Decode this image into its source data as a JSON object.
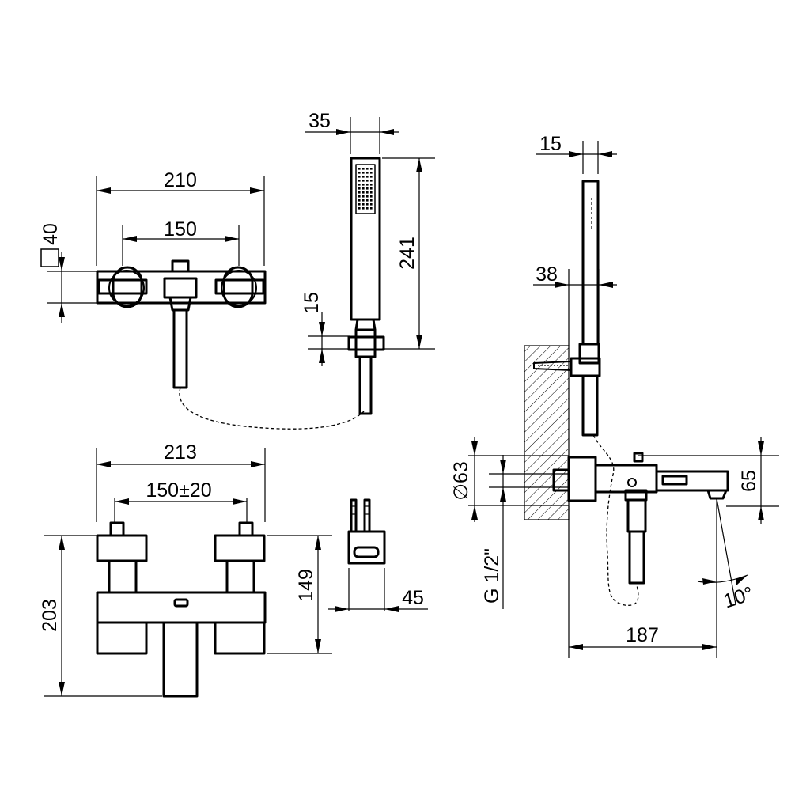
{
  "dimensions": {
    "top_view_width": "210",
    "top_view_center_distance": "150",
    "top_view_depth": "40",
    "hand_shower_width": "35",
    "hand_shower_length": "241",
    "hand_shower_connector": "15",
    "front_width": "213",
    "front_center_distance": "150±20",
    "front_height": "203",
    "front_inlet_height": "149",
    "bracket_depth": "45",
    "side_shower_width": "15",
    "side_bracket_offset": "38",
    "side_pipe_diameter": "∅63",
    "side_body_height": "65",
    "side_thread": "G 1/2\"",
    "side_projection": "187",
    "side_spout_angle": "10°"
  }
}
